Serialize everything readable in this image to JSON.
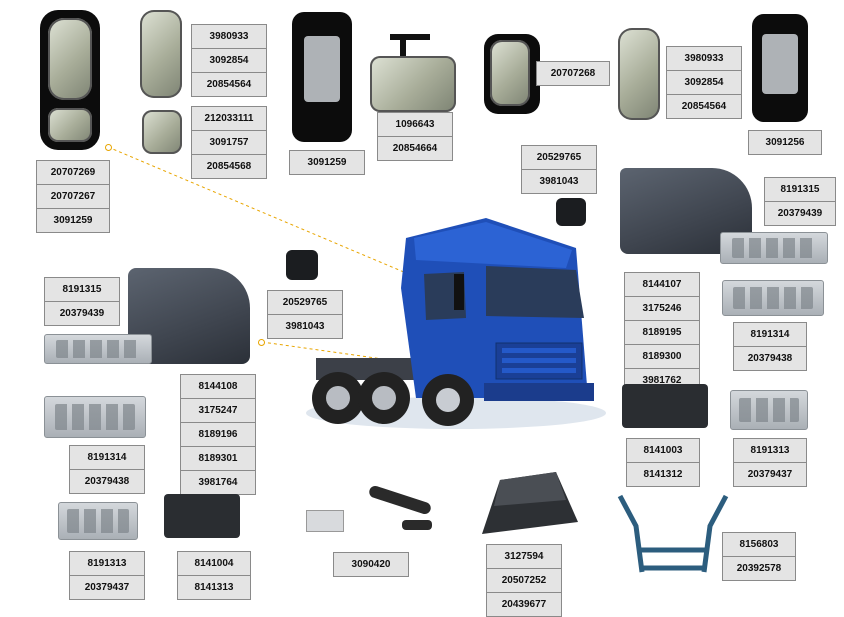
{
  "labels": {
    "mirror_small_left": [
      "20707269",
      "20707267",
      "3091259"
    ],
    "glass_large_left": [
      "3980933",
      "3092854",
      "20854564"
    ],
    "glass_small_left": [
      "212033111",
      "3091757",
      "20854568"
    ],
    "mirror_housing_left": [
      "3091259"
    ],
    "front_mirror": [
      "1096643",
      "20854664"
    ],
    "mirror_right": [
      "20707268"
    ],
    "glass_large_right": [
      "3980933",
      "3092854",
      "20854564"
    ],
    "mirror_housing_right": [
      "3091256"
    ],
    "lamp_right": [
      "20529765",
      "3981043"
    ],
    "step_panel_right": [
      "8191315",
      "20379439"
    ],
    "step_panel_left": [
      "8191315",
      "20379439"
    ],
    "lamp_left": [
      "20529765",
      "3981043"
    ],
    "step_box_parts_left": [
      "8144108",
      "3175247",
      "8189196",
      "8189301",
      "3981764"
    ],
    "step_box_parts_right": [
      "8144107",
      "3175246",
      "8189195",
      "8189300",
      "3981762"
    ],
    "step_plate_right_1": [
      "8191314",
      "20379438"
    ],
    "step_plate_left_1": [
      "8191314",
      "20379438"
    ],
    "step_plate_right_2": [
      "8191313",
      "20379437"
    ],
    "step_plate_left_2": [
      "8191313",
      "20379437"
    ],
    "step_box_right": [
      "8141003",
      "8141312"
    ],
    "step_box_left": [
      "8141004",
      "8141313"
    ],
    "bracket": [
      "3090420"
    ],
    "ramp_step": [
      "3127594",
      "20507252",
      "20439677"
    ],
    "ladder": [
      "8156803",
      "20392578"
    ]
  }
}
